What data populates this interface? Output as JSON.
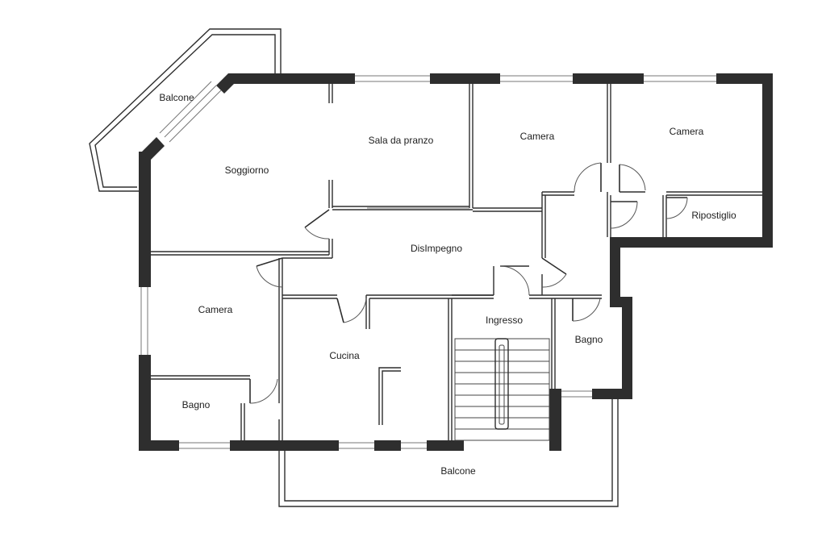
{
  "plan": {
    "rooms": [
      {
        "id": "balcone-nw",
        "label": "Balcone"
      },
      {
        "id": "soggiorno",
        "label": "Soggiorno"
      },
      {
        "id": "sala-da-pranzo",
        "label": "Sala da pranzo"
      },
      {
        "id": "camera-top-mid",
        "label": "Camera"
      },
      {
        "id": "camera-top-right",
        "label": "Camera"
      },
      {
        "id": "ripostiglio",
        "label": "Ripostiglio"
      },
      {
        "id": "disimpegno",
        "label": "DisImpegno"
      },
      {
        "id": "camera-left",
        "label": "Camera"
      },
      {
        "id": "cucina",
        "label": "Cucina"
      },
      {
        "id": "ingresso",
        "label": "Ingresso"
      },
      {
        "id": "bagno-right",
        "label": "Bagno"
      },
      {
        "id": "bagno-left",
        "label": "Bagno"
      },
      {
        "id": "balcone-south",
        "label": "Balcone"
      }
    ]
  }
}
